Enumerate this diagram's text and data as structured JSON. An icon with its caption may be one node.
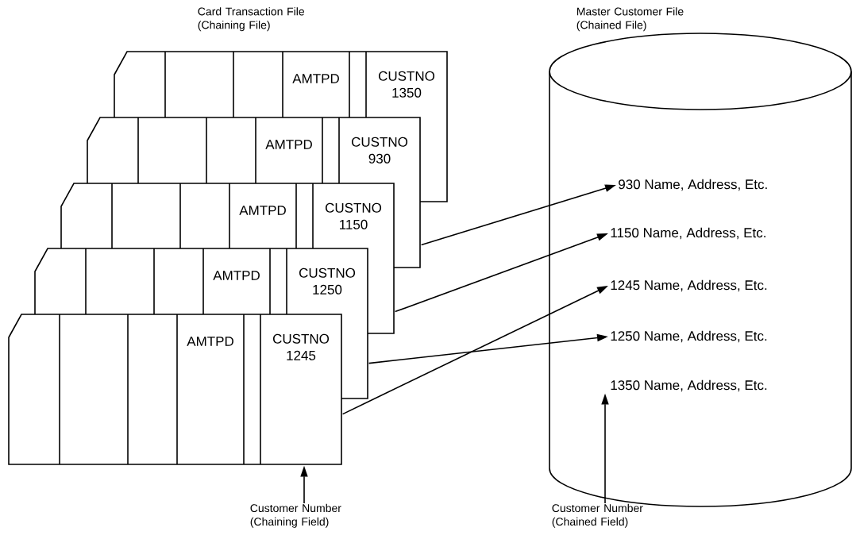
{
  "diagram": {
    "nodes": [
      {
        "text": [
          "AMTPD",
          "CUSTNO 1350"
        ]
      },
      {
        "text": [
          "AMTPD",
          "CUSTNO 930"
        ]
      },
      {
        "text": [
          "AMTPD",
          "CUSTNO 1150"
        ]
      },
      {
        "text": [
          "AMTPD",
          "CUSTNO 1250"
        ]
      },
      {
        "text": [
          "AMTPD",
          "CUSTNO 1245"
        ]
      },
      {
        "text": [
          "Master Customer File (Chained File)"
        ]
      },
      {
        "text": [
          "930 Name, Address, Etc."
        ],
        "in": 5
      },
      {
        "text": [
          "1150 Name, Address, Etc."
        ],
        "in": 5
      },
      {
        "text": [
          "1245 Name, Address, Etc."
        ],
        "in": 5
      },
      {
        "text": [
          "1250 Name, Address, Etc."
        ],
        "in": 5
      },
      {
        "text": [
          "1350 Name, Address, Etc."
        ],
        "in": 5
      },
      {
        "text": [
          "Customer Number (Chaining Field)"
        ]
      },
      {
        "text": [
          "Customer Number (Chained Field)"
        ]
      }
    ],
    "edges": [
      {
        "from": 1,
        "to": 6,
        "arrow": "to"
      },
      {
        "from": 2,
        "to": 7,
        "arrow": "to"
      },
      {
        "from": 3,
        "to": 9,
        "arrow": "to"
      },
      {
        "from": 4,
        "to": 8,
        "arrow": "to"
      },
      {
        "from": 11,
        "to": 4,
        "arrow": "to"
      },
      {
        "from": 12,
        "to": 10,
        "arrow": "to"
      }
    ],
    "labels": [
      "Card Transaction File (Chaining File)"
    ]
  }
}
